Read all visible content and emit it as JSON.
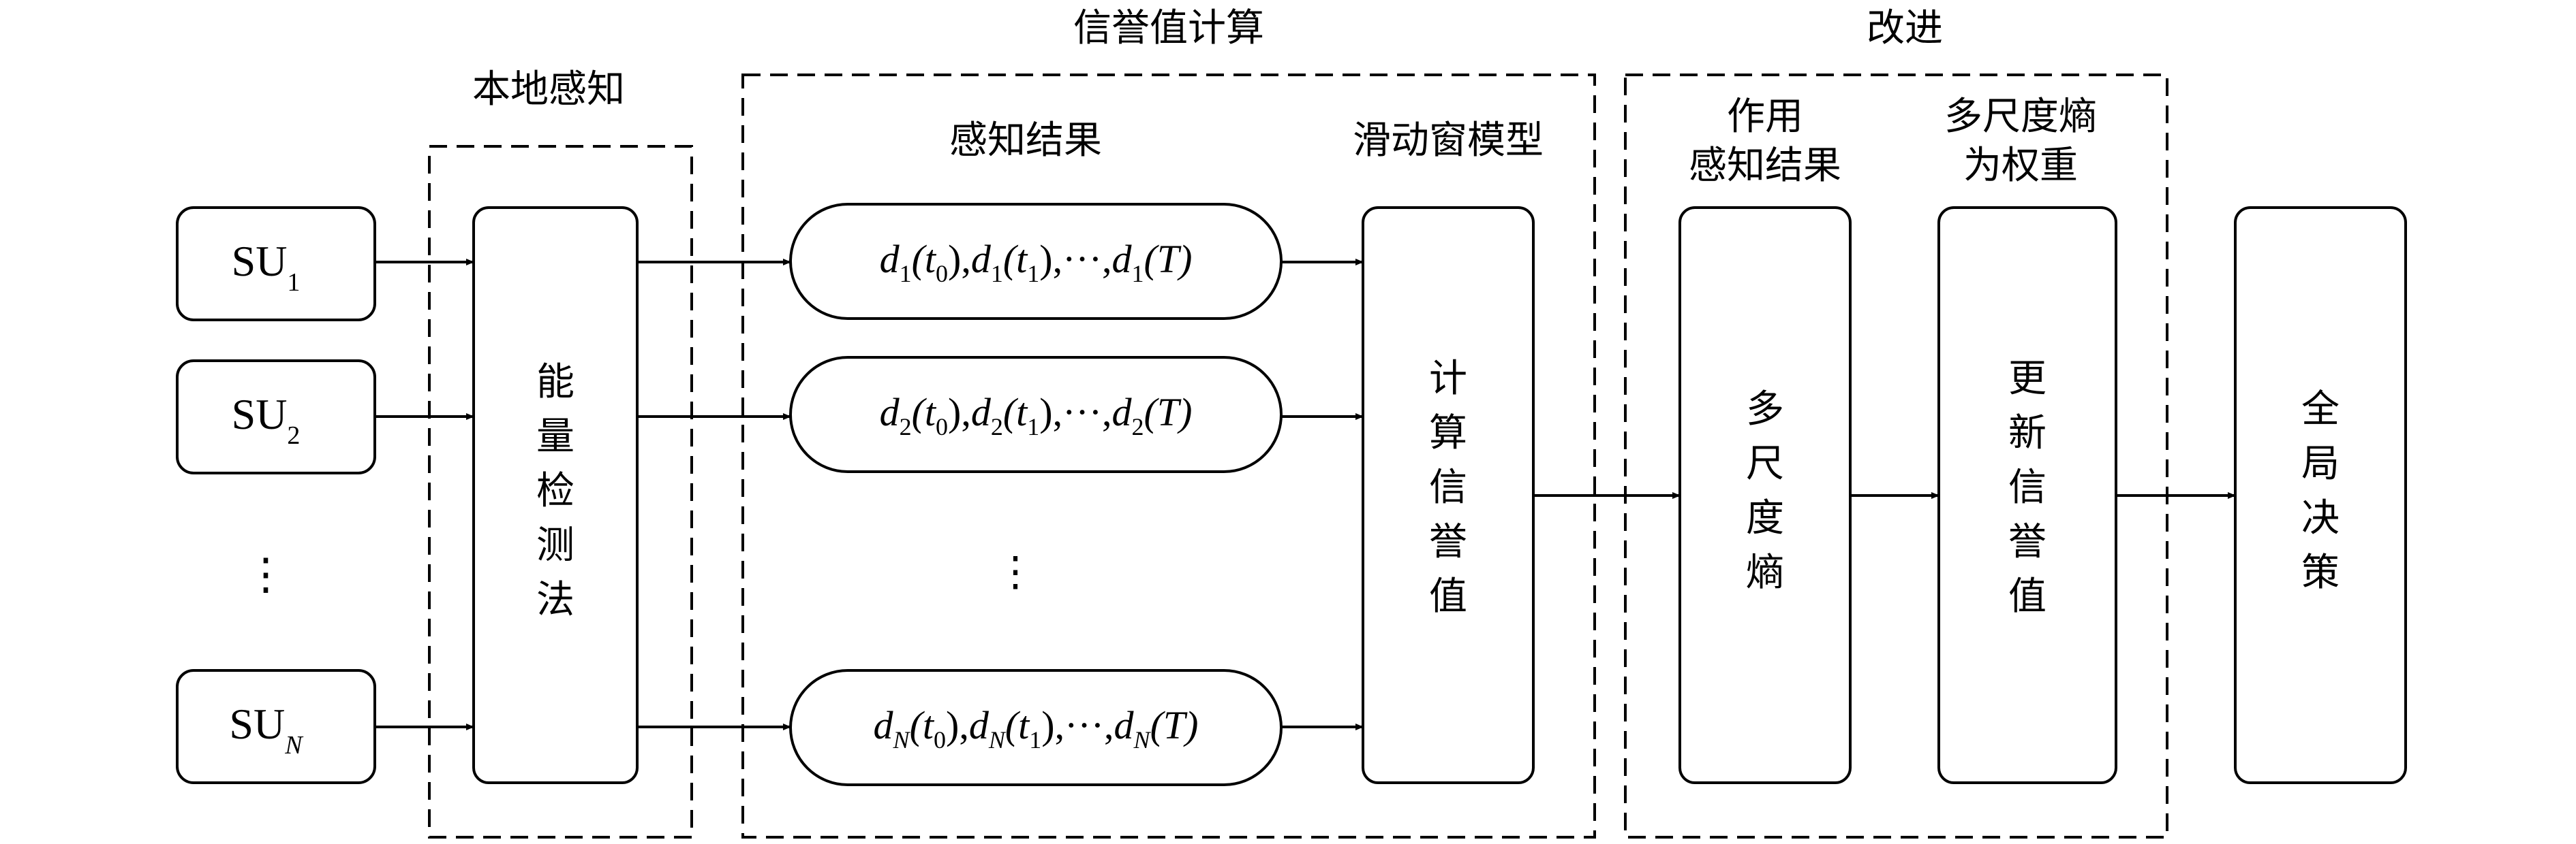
{
  "groups": {
    "local_sensing": "本地感知",
    "reputation_calc": "信誉值计算",
    "improvement": "改进"
  },
  "headers": {
    "sensing_results": "感知结果",
    "sliding_window": "滑动窗模型",
    "action_line1": "作用",
    "action_line2": "感知结果",
    "weight_line1": "多尺度熵",
    "weight_line2": "为权重"
  },
  "users": [
    {
      "base": "SU",
      "sub": "1"
    },
    {
      "base": "SU",
      "sub": "2"
    },
    {
      "base": "SU",
      "sub": "N"
    }
  ],
  "user_ellipsis": "⋮",
  "result_ellipsis": "⋮",
  "results": [
    {
      "d": "d",
      "sub": "1",
      "a": "(t",
      "s0": "0",
      "b": "),",
      "c": "(t",
      "s1": "1",
      "e": "),···,",
      "f": "(T)"
    },
    {
      "d": "d",
      "sub": "2",
      "a": "(t",
      "s0": "0",
      "b": "),",
      "c": "(t",
      "s1": "1",
      "e": "),···,",
      "f": "(T)"
    },
    {
      "d": "d",
      "sub": "N",
      "a": "(t",
      "s0": "0",
      "b": "),",
      "c": "(t",
      "s1": "1",
      "e": "),···,",
      "f": "(T)"
    }
  ],
  "blocks": {
    "energy_detection": [
      "能",
      "量",
      "检",
      "测",
      "法"
    ],
    "compute_reputation": [
      "计",
      "算",
      "信",
      "誉",
      "值"
    ],
    "multiscale_entropy": [
      "多",
      "尺",
      "度",
      "熵"
    ],
    "update_reputation": [
      "更",
      "新",
      "信",
      "誉",
      "值"
    ],
    "global_decision": [
      "全",
      "局",
      "决",
      "策"
    ]
  }
}
